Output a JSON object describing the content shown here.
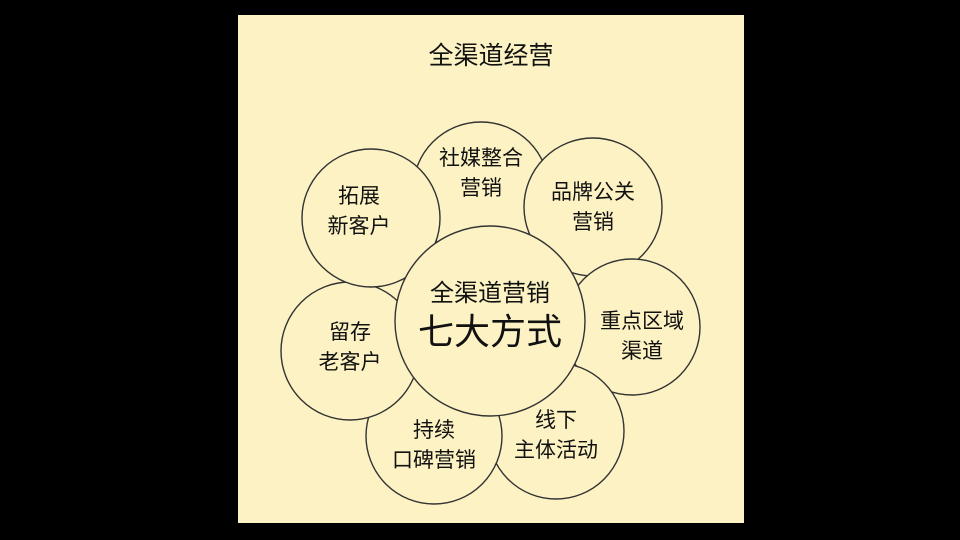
{
  "title": "全渠道经营",
  "center": {
    "line1": "全渠道营销",
    "line2": "七大方式"
  },
  "petals": [
    {
      "id": "social-media",
      "lines": [
        "社媒整合",
        "营销"
      ]
    },
    {
      "id": "brand-pr",
      "lines": [
        "品牌公关",
        "营销"
      ]
    },
    {
      "id": "key-region",
      "lines": [
        "重点区域",
        "渠道"
      ]
    },
    {
      "id": "offline-events",
      "lines": [
        "线下",
        "主体活动"
      ]
    },
    {
      "id": "word-of-mouth",
      "lines": [
        "持续",
        "口碑营销"
      ]
    },
    {
      "id": "retain-customers",
      "lines": [
        "留存",
        "老客户"
      ]
    },
    {
      "id": "new-customers",
      "lines": [
        "拓展",
        "新客户"
      ]
    }
  ],
  "colors": {
    "background": "#000000",
    "panel": "#fcf2c3",
    "stroke": "#333333",
    "text": "#111111"
  }
}
